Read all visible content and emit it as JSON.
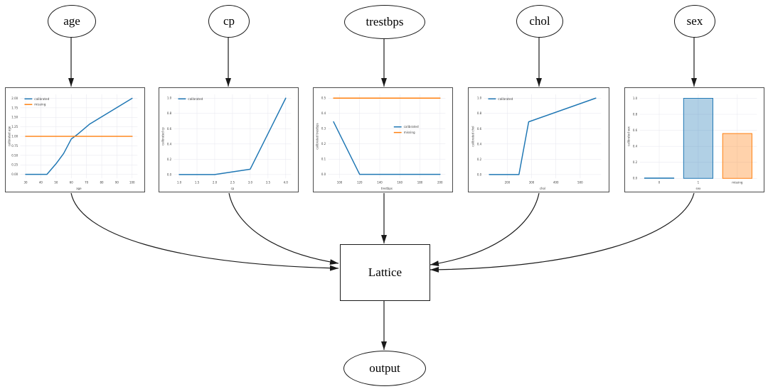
{
  "diagram": {
    "nodes": [
      "age",
      "cp",
      "trestbps",
      "chol",
      "sex"
    ],
    "lattice_label": "Lattice",
    "output_label": "output"
  },
  "colors": {
    "calibrated": "#1f77b4",
    "missing": "#ff7f0e"
  },
  "chart_data": [
    {
      "type": "line",
      "xlabel": "age",
      "ylabel": "calibrated age",
      "xlim": [
        26.5,
        103.5
      ],
      "ylim": [
        -0.105,
        2.105
      ],
      "xticks": [
        30,
        40,
        50,
        60,
        70,
        80,
        90,
        100
      ],
      "xtick_labels": [
        "30",
        "40",
        "50",
        "60",
        "70",
        "80",
        "90",
        "100"
      ],
      "yticks": [
        0,
        0.25,
        0.5,
        0.75,
        1.0,
        1.25,
        1.5,
        1.75,
        2.0
      ],
      "ytick_labels": [
        "0.00",
        "0.25",
        "0.50",
        "0.75",
        "1.00",
        "1.25",
        "1.50",
        "1.75",
        "2.00"
      ],
      "series": [
        {
          "name": "calibrated",
          "color": "#1f77b4",
          "x": [
            30,
            44,
            50,
            55,
            60,
            64,
            72,
            100
          ],
          "y": [
            0,
            0,
            0.28,
            0.55,
            0.93,
            1.05,
            1.32,
            2.0
          ]
        },
        {
          "name": "missing",
          "color": "#ff7f0e",
          "x": [
            30,
            100
          ],
          "y": [
            1.0,
            1.0
          ]
        }
      ],
      "legend": {
        "loc": "upper-left",
        "entries": [
          "calibrated",
          "missing"
        ]
      },
      "grid": true
    },
    {
      "type": "line",
      "xlabel": "cp",
      "ylabel": "calibrated cp",
      "xlim": [
        0.85,
        4.15
      ],
      "ylim": [
        -0.05,
        1.05
      ],
      "xticks": [
        1.0,
        1.5,
        2.0,
        2.5,
        3.0,
        3.5,
        4.0
      ],
      "xtick_labels": [
        "1.0",
        "1.5",
        "2.0",
        "2.5",
        "3.0",
        "3.5",
        "4.0"
      ],
      "yticks": [
        0,
        0.2,
        0.4,
        0.6,
        0.8,
        1.0
      ],
      "ytick_labels": [
        "0.0",
        "0.2",
        "0.4",
        "0.6",
        "0.8",
        "1.0"
      ],
      "series": [
        {
          "name": "calibrated",
          "color": "#1f77b4",
          "x": [
            1.0,
            2.0,
            3.0,
            4.0
          ],
          "y": [
            0,
            0,
            0.07,
            1.0
          ]
        }
      ],
      "legend": {
        "loc": "upper-left",
        "entries": [
          "calibrated"
        ]
      },
      "grid": true
    },
    {
      "type": "line",
      "xlabel": "trestbps",
      "ylabel": "calibrated trestbps",
      "xlim": [
        88.7,
        205.3
      ],
      "ylim": [
        -0.026,
        0.525
      ],
      "xticks": [
        100,
        120,
        140,
        160,
        180,
        200
      ],
      "xtick_labels": [
        "100",
        "120",
        "140",
        "160",
        "180",
        "200"
      ],
      "yticks": [
        0,
        0.1,
        0.2,
        0.3,
        0.4,
        0.5
      ],
      "ytick_labels": [
        "0.0",
        "0.1",
        "0.2",
        "0.3",
        "0.4",
        "0.5"
      ],
      "series": [
        {
          "name": "calibrated",
          "color": "#1f77b4",
          "x": [
            94,
            120,
            200
          ],
          "y": [
            0.345,
            0,
            0
          ]
        },
        {
          "name": "missing",
          "color": "#ff7f0e",
          "x": [
            94,
            200
          ],
          "y": [
            0.5,
            0.5
          ]
        }
      ],
      "legend": {
        "loc": "center-right",
        "entries": [
          "calibrated",
          "missing"
        ]
      },
      "grid": true
    },
    {
      "type": "line",
      "xlabel": "chol",
      "ylabel": "calibrated chol",
      "xlim": [
        104,
        586
      ],
      "ylim": [
        -0.05,
        1.05
      ],
      "xticks": [
        200,
        300,
        400,
        500
      ],
      "xtick_labels": [
        "200",
        "300",
        "400",
        "500"
      ],
      "yticks": [
        0,
        0.2,
        0.4,
        0.6,
        0.8,
        1.0
      ],
      "ytick_labels": [
        "0.0",
        "0.2",
        "0.4",
        "0.6",
        "0.8",
        "1.0"
      ],
      "series": [
        {
          "name": "calibrated",
          "color": "#1f77b4",
          "x": [
            126,
            248,
            288,
            564
          ],
          "y": [
            0,
            0,
            0.69,
            1.0
          ]
        }
      ],
      "legend": {
        "loc": "upper-left",
        "entries": [
          "calibrated"
        ]
      },
      "grid": true
    },
    {
      "type": "bar",
      "xlabel": "sex",
      "ylabel": "calibrated sex",
      "xlim": [
        -0.5,
        2.5
      ],
      "ylim": [
        0,
        1.05
      ],
      "categories": [
        "0",
        "1",
        "missing"
      ],
      "values": [
        0.005,
        1.0,
        0.56
      ],
      "bar_width": 0.75,
      "edge_colors": [
        "#1f77b4",
        "#1f77b4",
        "#ff7f0e"
      ],
      "yticks": [
        0,
        0.2,
        0.4,
        0.6,
        0.8,
        1.0
      ],
      "ytick_labels": [
        "0.0",
        "0.2",
        "0.4",
        "0.6",
        "0.8",
        "1.0"
      ],
      "legend": null,
      "grid": true
    }
  ]
}
